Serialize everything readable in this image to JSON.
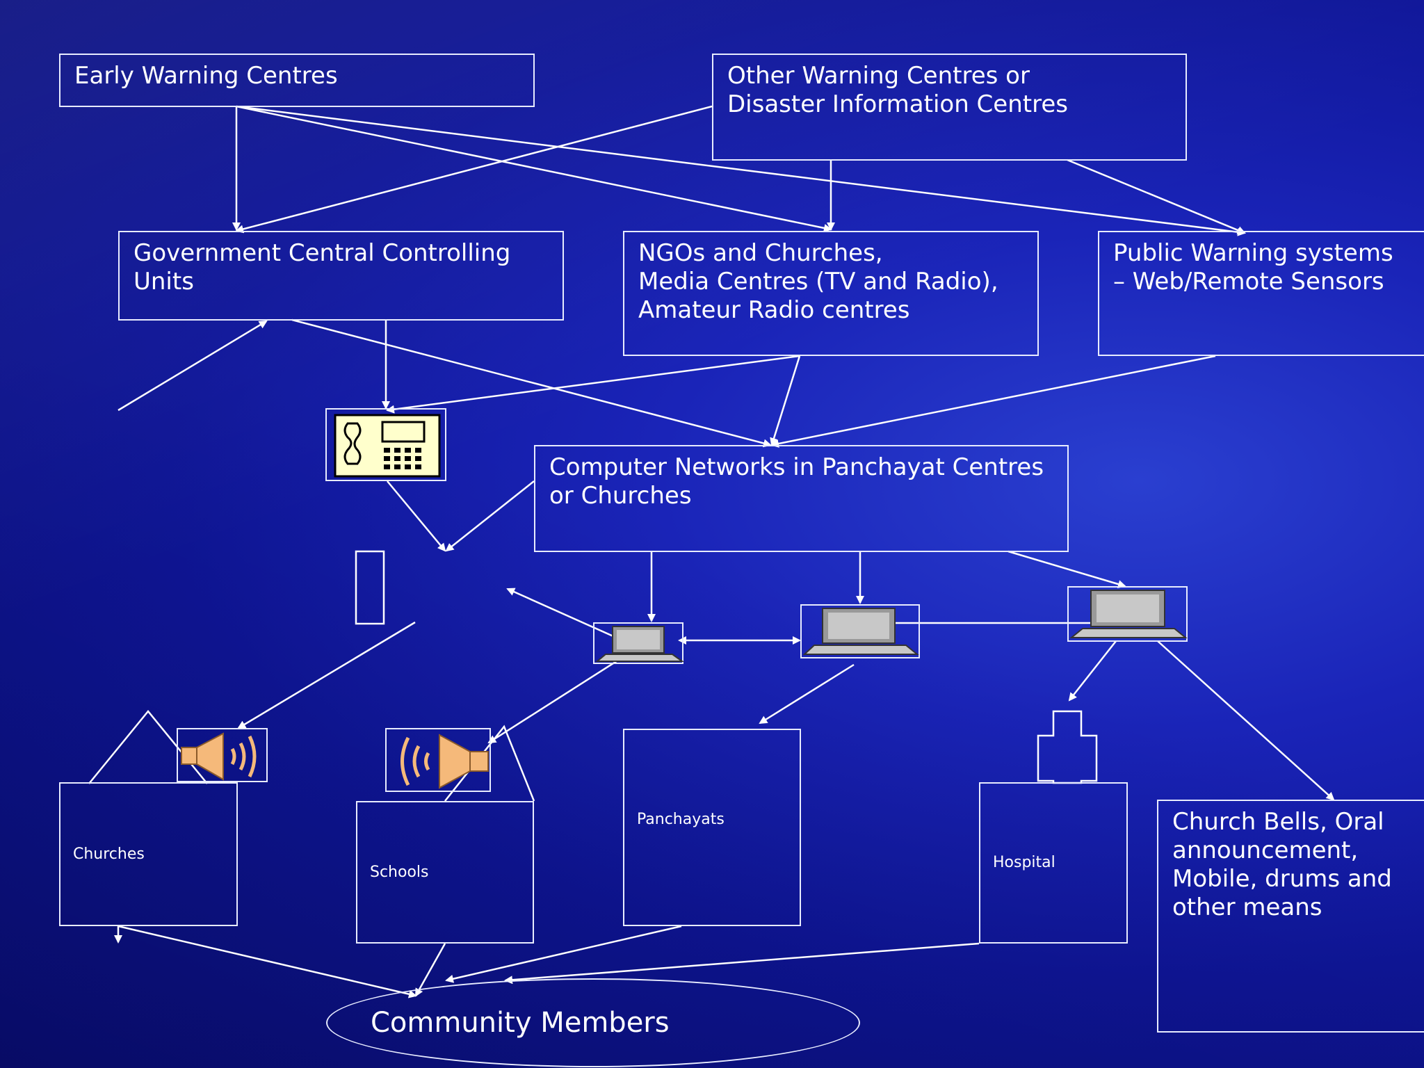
{
  "boxes": {
    "early_warning": "Early Warning Centres",
    "other_warning": "Other Warning Centres or\nDisaster Information Centres",
    "government": "Government Central Controlling\nUnits",
    "ngos": "NGOs and Churches,\nMedia Centres (TV and Radio),\nAmateur Radio centres",
    "public_warning": "Public Warning systems\n– Web/Remote Sensors",
    "computer_networks": "Computer Networks in Panchayat Centres\nor Churches",
    "churches": "Churches",
    "schools": "Schools",
    "panchayats": "Panchayats",
    "hospital": "Hospital",
    "church_bells": "Church Bells, Oral\nannouncement,\nMobile, drums and\nother means",
    "community": "Community Members"
  },
  "icons": [
    "telephone-icon",
    "speaker-icon",
    "laptop-icon"
  ],
  "colors": {
    "background": "#0f1699",
    "line": "#ffffff",
    "icon_fill": "#ffffcc",
    "speaker": "#f5b97a"
  }
}
